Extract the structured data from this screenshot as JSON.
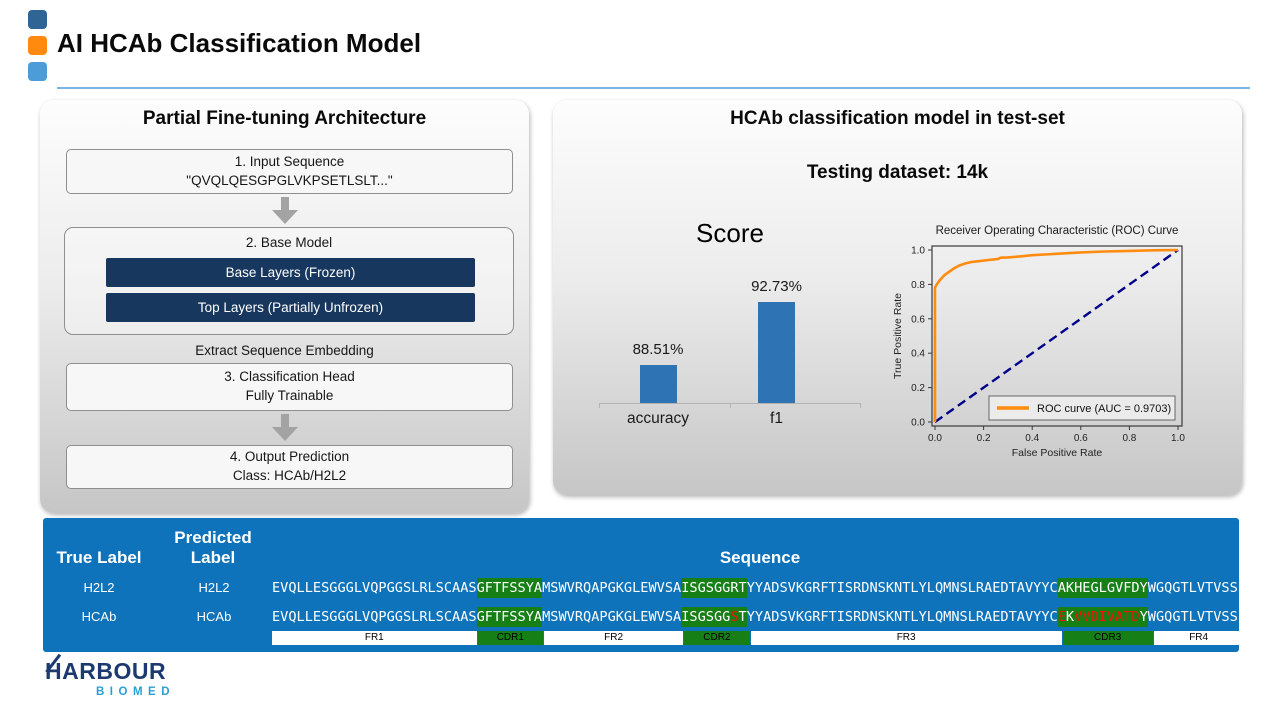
{
  "header": {
    "title": "AI HCAb Classification Model",
    "bullet_colors": [
      "#2e6496",
      "#ff8a0e",
      "#4c9cda"
    ]
  },
  "architecture": {
    "title": "Partial Fine-tuning Architecture",
    "box1_line1": "1. Input Sequence",
    "box1_line2": "\"QVQLQESGPGLVKPSETLSLT...\"",
    "box2_title": "2. Base Model",
    "base_layers": "Base Layers (Frozen)",
    "top_layers": "Top Layers (Partially Unfrozen)",
    "embedding_label": "Extract Sequence Embedding",
    "box3_line1": "3. Classification Head",
    "box3_line2": "Fully Trainable",
    "box4_line1": "4. Output Prediction",
    "box4_line2": "Class: HCAb/H2L2"
  },
  "results": {
    "title": "HCAb classification model in test-set",
    "subtitle": "Testing dataset: 14k"
  },
  "chart_data": [
    {
      "type": "bar",
      "title": "Score",
      "categories": [
        "accuracy",
        "f1"
      ],
      "values": [
        88.51,
        92.73
      ],
      "value_labels": [
        "88.51%",
        "92.73%"
      ],
      "bar_color": "#2e74b5",
      "ylim_estimate": [
        86,
        93
      ],
      "grid": false
    },
    {
      "type": "line",
      "title": "Receiver Operating Characteristic (ROC) Curve",
      "xlabel": "False Positive Rate",
      "ylabel": "True Positive Rate",
      "xlim": [
        0,
        1
      ],
      "ylim": [
        0,
        1.05
      ],
      "xticks": [
        "0.0",
        "0.2",
        "0.4",
        "0.6",
        "0.8",
        "1.0"
      ],
      "yticks": [
        "0.0",
        "0.2",
        "0.4",
        "0.6",
        "0.8",
        "1.0"
      ],
      "legend": {
        "label": "ROC curve (AUC = 0.9703)",
        "position": "lower right"
      },
      "series": [
        {
          "name": "ROC curve",
          "color": "#ff8c0e",
          "style": "solid",
          "x": [
            0.0,
            0.0,
            0.005,
            0.01,
            0.015,
            0.02,
            0.03,
            0.04,
            0.05,
            0.06,
            0.08,
            0.1,
            0.12,
            0.15,
            0.18,
            0.22,
            0.26,
            0.27,
            0.3,
            0.35,
            0.4,
            0.45,
            0.5,
            0.6,
            0.7,
            0.8,
            0.9,
            1.0
          ],
          "y": [
            0.0,
            0.78,
            0.795,
            0.805,
            0.815,
            0.825,
            0.84,
            0.855,
            0.865,
            0.875,
            0.895,
            0.91,
            0.92,
            0.93,
            0.935,
            0.942,
            0.948,
            0.955,
            0.957,
            0.963,
            0.97,
            0.974,
            0.978,
            0.986,
            0.991,
            0.995,
            0.998,
            1.0
          ]
        },
        {
          "name": "chance diagonal",
          "color": "#00008b",
          "style": "dashed",
          "x": [
            0,
            1
          ],
          "y": [
            0,
            1
          ]
        }
      ]
    }
  ],
  "table": {
    "blue": "#0e73ba",
    "green": "#168016",
    "red": "#ee1602",
    "headers": {
      "true_label": "True Label",
      "predicted_label": "Predicted Label",
      "sequence": "Sequence"
    },
    "rows": [
      {
        "true_label": "H2L2",
        "predicted_label": "H2L2",
        "segments": [
          {
            "text": "EVQLLESGGGLVQPGGSLRLSCAAS",
            "hl": false,
            "red": false
          },
          {
            "text": "GFTFSSYA",
            "hl": true,
            "red": false
          },
          {
            "text": "MSWVRQAPGKGLEWVSA",
            "hl": false,
            "red": false
          },
          {
            "text": "ISGSGGRT",
            "hl": true,
            "red": false
          },
          {
            "text": "YYADSVKGRFTISRDNSKNTLYLQMNSLRAEDTAVYYC",
            "hl": false,
            "red": false
          },
          {
            "text": "AKHEGLGVFDY",
            "hl": true,
            "red": false
          },
          {
            "text": "WGQGTLVTVSS",
            "hl": false,
            "red": false
          }
        ]
      },
      {
        "true_label": "HCAb",
        "predicted_label": "HCAb",
        "segments": [
          {
            "text": "EVQLLESGGGLVQPGGSLRLSCAAS",
            "hl": false,
            "red": false
          },
          {
            "text": "GFTFSSYA",
            "hl": true,
            "red": false
          },
          {
            "text": "MSWVRQAPGKGLEWVSA",
            "hl": false,
            "red": false
          },
          {
            "text": "ISGSGG",
            "hl": true,
            "red": false
          },
          {
            "text": "S",
            "hl": true,
            "red": true
          },
          {
            "text": "T",
            "hl": true,
            "red": false
          },
          {
            "text": "YYADSVKGRFTISRDNSKNTLYLQMNSLRAEDTAVYYC",
            "hl": false,
            "red": false
          },
          {
            "text": "E",
            "hl": true,
            "red": true
          },
          {
            "text": "K",
            "hl": true,
            "red": false
          },
          {
            "text": "VVDIVATD",
            "hl": true,
            "red": true
          },
          {
            "text": "Y",
            "hl": true,
            "red": false
          },
          {
            "text": "WGQGTLVTVSS",
            "hl": false,
            "red": false
          }
        ]
      }
    ],
    "regions": [
      {
        "label": "FR1",
        "chars": 25,
        "kind": "fr"
      },
      {
        "label": "CDR1",
        "chars": 8,
        "kind": "cdr"
      },
      {
        "label": "FR2",
        "chars": 17,
        "kind": "fr"
      },
      {
        "label": "CDR2",
        "chars": 8,
        "kind": "cdr"
      },
      {
        "label": "FR3",
        "chars": 38,
        "kind": "fr"
      },
      {
        "label": "CDR3",
        "chars": 11,
        "kind": "cdr"
      },
      {
        "label": "FR4",
        "chars": 11,
        "kind": "fr"
      }
    ]
  },
  "logo": {
    "name": "HARBOUR",
    "sub": "BIOMED"
  }
}
